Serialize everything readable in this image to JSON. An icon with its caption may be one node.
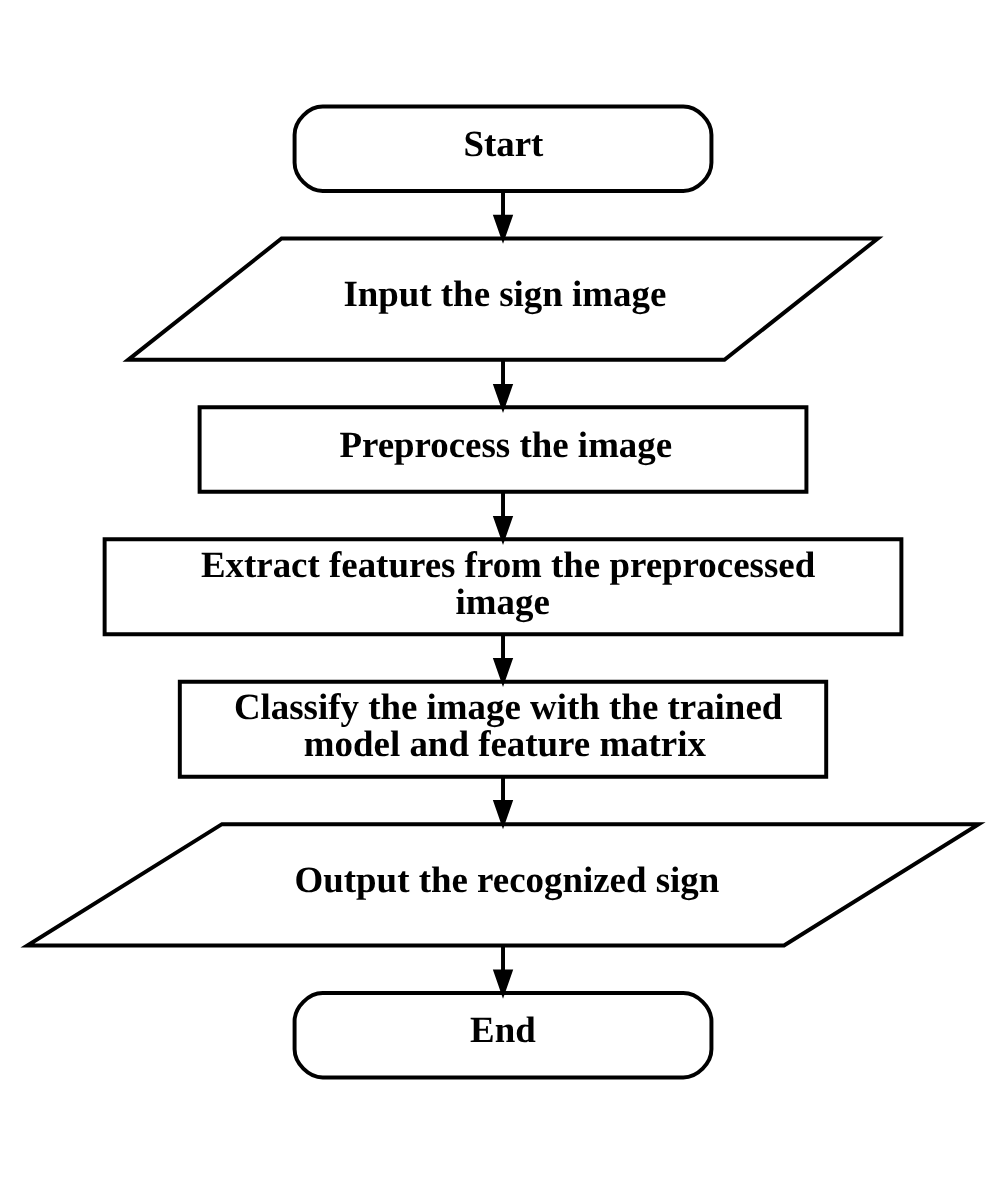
{
  "diagram": {
    "nodes": [
      {
        "text": [
          "Start"
        ]
      },
      {
        "text": [
          "Input the sign image"
        ]
      },
      {
        "text": [
          "Preprocess the image"
        ]
      },
      {
        "text": [
          "Extract features from the preprocessed image"
        ]
      },
      {
        "text": [
          "Classify the image with the trained model and feature matrix"
        ]
      },
      {
        "text": [
          "Output the recognized sign"
        ]
      },
      {
        "text": [
          "End"
        ]
      }
    ],
    "edges": [
      {
        "from": 0,
        "to": 1,
        "arrow": "to"
      },
      {
        "from": 1,
        "to": 2,
        "arrow": "to"
      },
      {
        "from": 2,
        "to": 3,
        "arrow": "to"
      },
      {
        "from": 3,
        "to": 4,
        "arrow": "to"
      },
      {
        "from": 4,
        "to": 5,
        "arrow": "to"
      },
      {
        "from": 5,
        "to": 6,
        "arrow": "to"
      }
    ]
  }
}
